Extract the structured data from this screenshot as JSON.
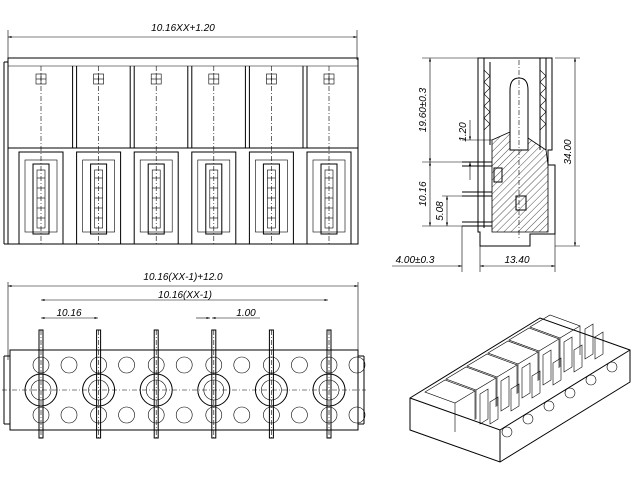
{
  "dimensions": {
    "front_total_width": "10.16XX+1.20",
    "side_top_height": "19.60±0.3",
    "side_small_step": "1.20",
    "side_pin_pitch": "10.16",
    "side_pin_half": "5.08",
    "side_total_height": "34.00",
    "side_pin_offset": "4.00±0.3",
    "side_depth": "13.40",
    "bottom_total_width": "10.16(XX-1)+12.0",
    "bottom_pin_span": "10.16(XX-1)",
    "bottom_pitch": "10.16",
    "bottom_pin_width": "1.00"
  },
  "pole_count": 6
}
